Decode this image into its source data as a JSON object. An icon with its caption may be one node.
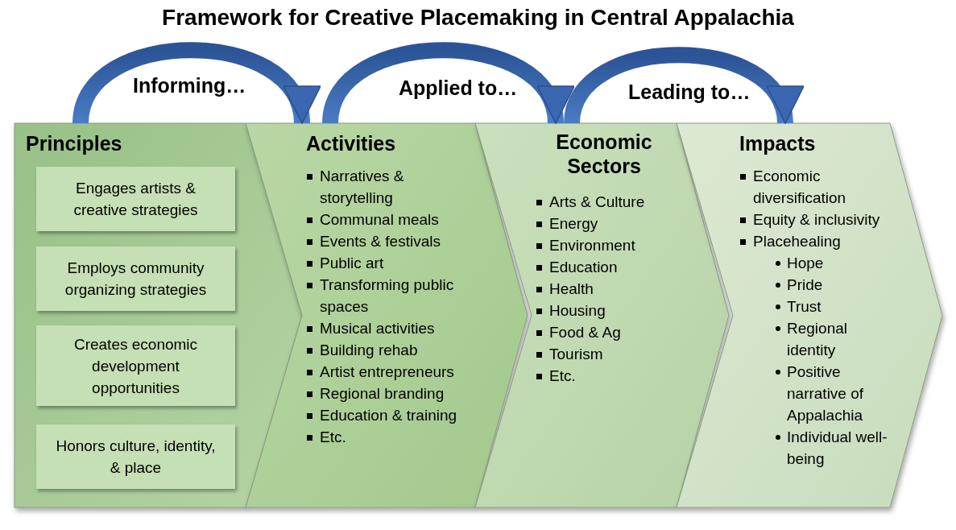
{
  "diagram": {
    "title": "Framework for Creative Placemaking in Central Appalachia",
    "nodes": [
      {
        "text": [
          "Principles"
        ]
      },
      {
        "text": [
          "Engages artists & creative strategies"
        ],
        "in": 0
      },
      {
        "text": [
          "Employs community organizing strategies"
        ],
        "in": 0
      },
      {
        "text": [
          "Creates economic development opportunities"
        ],
        "in": 0
      },
      {
        "text": [
          "Honors culture, identity, & place"
        ],
        "in": 0
      },
      {
        "text": [
          "Activities",
          "Narratives & storytelling",
          "Communal meals",
          "Events & festivals",
          "Public art",
          "Transforming public spaces",
          "Musical activities",
          "Building rehab",
          "Artist entrepreneurs",
          "Regional branding",
          "Education & training",
          "Etc."
        ]
      },
      {
        "text": [
          "Economic Sectors",
          "Arts & Culture",
          "Energy",
          "Environment",
          "Education",
          "Health",
          "Housing",
          "Food & Ag",
          "Tourism",
          "Etc."
        ]
      },
      {
        "text": [
          "Impacts",
          "Economic diversification",
          "Equity & inclusivity",
          "Placehealing",
          "Hope",
          "Pride",
          "Trust",
          "Regional identity",
          "Positive narrative of Appalachia",
          "Individual well-being"
        ]
      }
    ],
    "edges": [
      {
        "from": 0,
        "to": 5,
        "arrow": "to",
        "label": "Informing…"
      },
      {
        "from": 5,
        "to": 6,
        "arrow": "to",
        "label": "Applied to…"
      },
      {
        "from": 6,
        "to": 7,
        "arrow": "to",
        "label": "Leading to…"
      }
    ]
  }
}
